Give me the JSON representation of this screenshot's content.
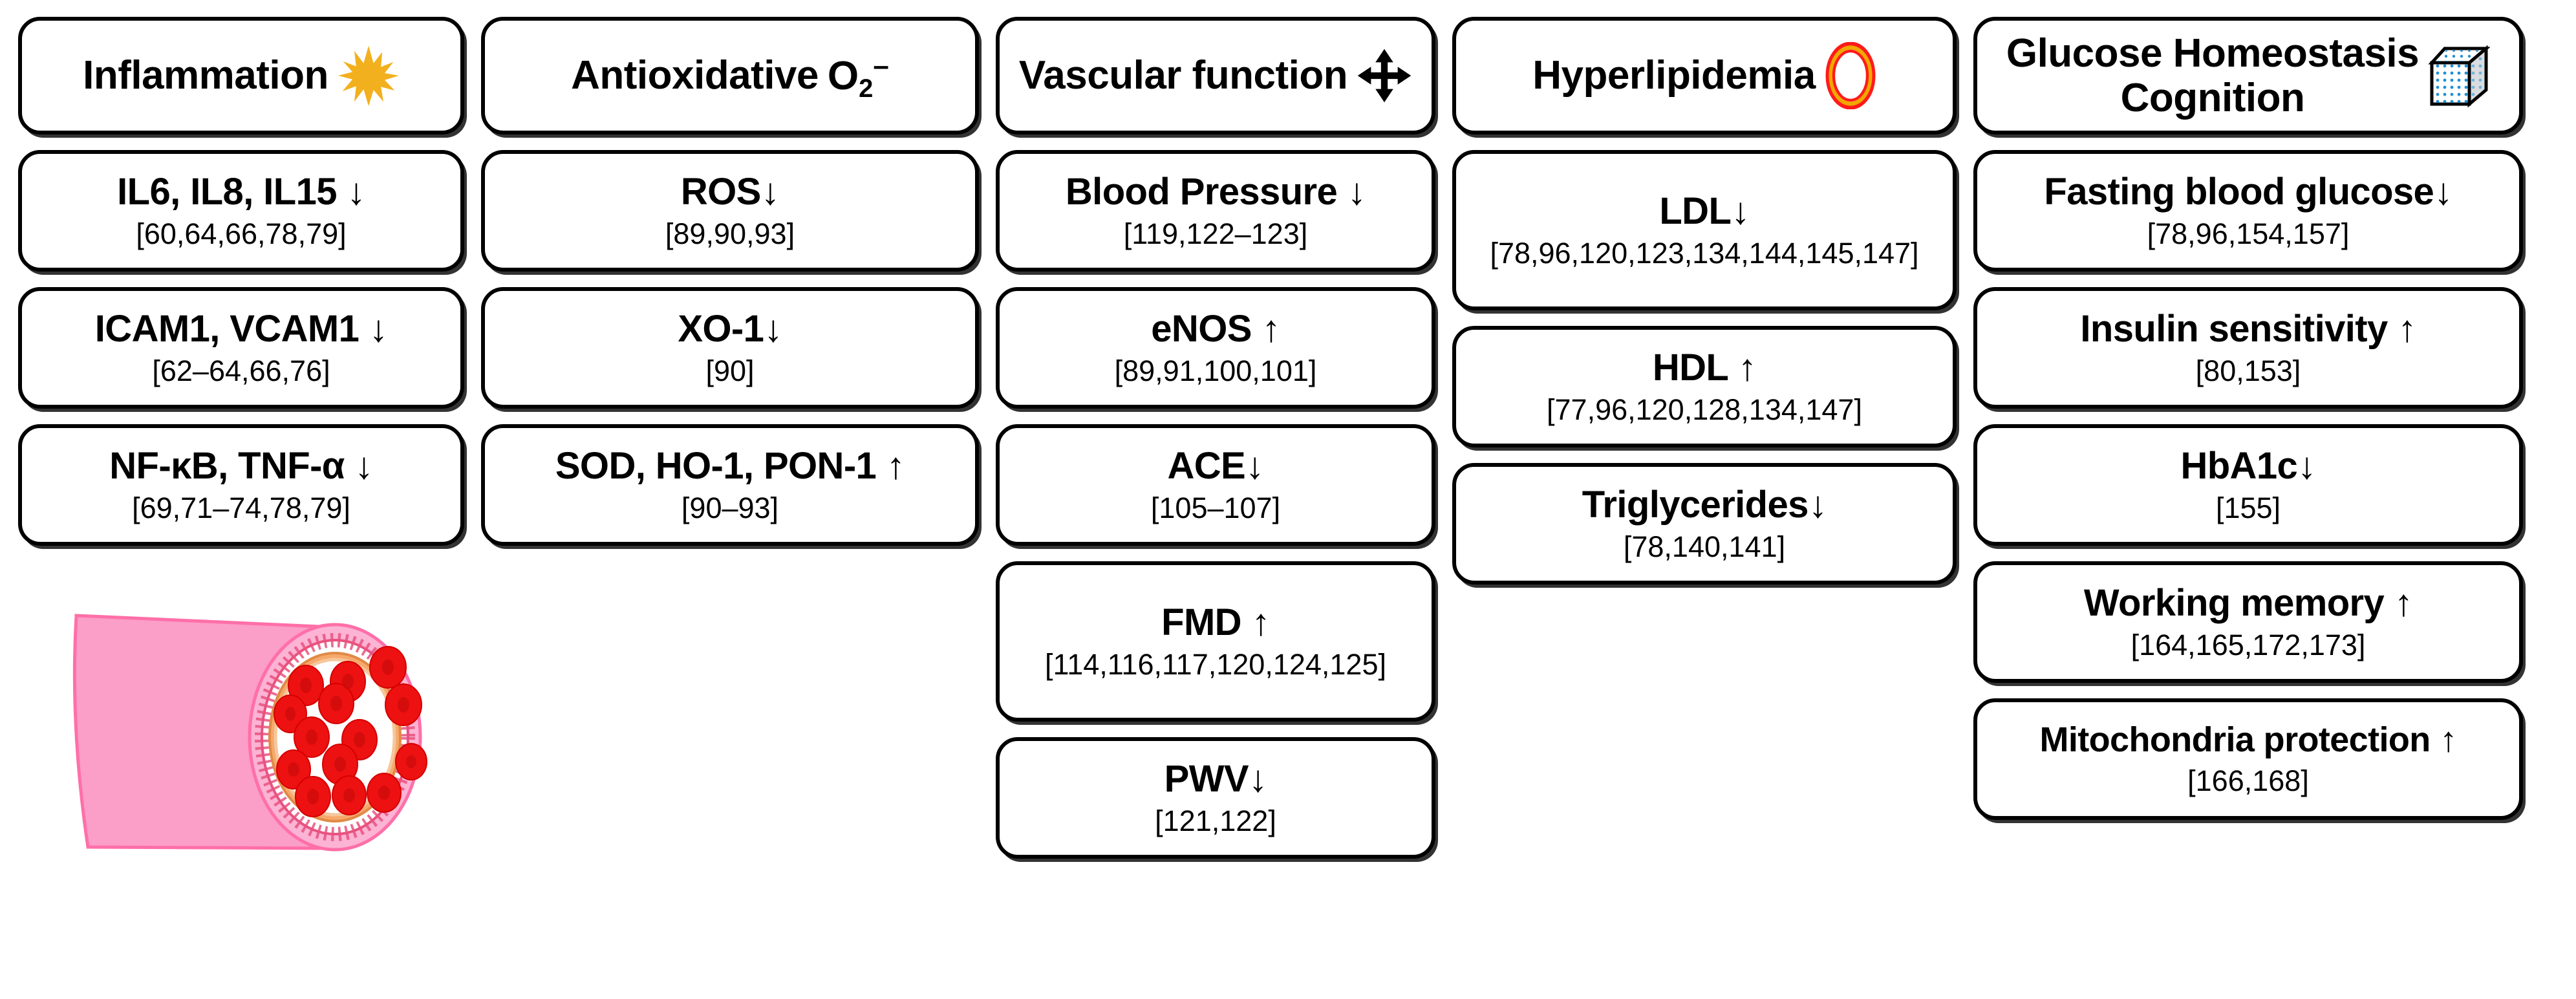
{
  "columns": [
    {
      "id": "inflammation",
      "header": {
        "label": "Inflammation",
        "icon": "starburst-icon"
      },
      "entries": [
        {
          "title": "IL6, IL8, IL15 ↓",
          "refs": "[60,64,66,78,79]"
        },
        {
          "title": "ICAM1, VCAM1 ↓",
          "refs": "[62–64,66,76]"
        },
        {
          "title": "NF-κB, TNF-α ↓",
          "refs": "[69,71–74,78,79]"
        }
      ],
      "illustration": "blood-vessel-cross-section"
    },
    {
      "id": "antioxidative",
      "header": {
        "label": "Antioxidative",
        "icon": "superoxide-formula",
        "formula_base": "O",
        "formula_sub": "2",
        "formula_sup": "–"
      },
      "entries": [
        {
          "title": "ROS↓",
          "refs": "[89,90,93]"
        },
        {
          "title": "XO-1↓",
          "refs": "[90]"
        },
        {
          "title": "SOD, HO-1, PON-1 ↑",
          "refs": "[90–93]"
        }
      ]
    },
    {
      "id": "vascular-function",
      "header": {
        "label": "Vascular function",
        "icon": "four-way-arrow-icon"
      },
      "entries": [
        {
          "title": "Blood Pressure ↓",
          "refs": "[119,122–123]"
        },
        {
          "title": "eNOS ↑",
          "refs": "[89,91,100,101]"
        },
        {
          "title": "ACE↓",
          "refs": "[105–107]"
        },
        {
          "title": "FMD ↑",
          "refs": "[114,116,117,120,124,125]"
        },
        {
          "title": "PWV↓",
          "refs": "[121,122]"
        }
      ]
    },
    {
      "id": "hyperlipidemia",
      "header": {
        "label": "Hyperlipidemia",
        "icon": "lipid-ring-icon"
      },
      "entries": [
        {
          "title": "LDL↓",
          "refs": "[78,96,120,123,134,144,145,147]"
        },
        {
          "title": "HDL ↑",
          "refs": "[77,96,120,128,134,147]"
        },
        {
          "title": "Triglycerides↓",
          "refs": "[78,140,141]"
        }
      ]
    },
    {
      "id": "glucose-homeostasis",
      "header": {
        "label_line1": "Glucose Homeostasis",
        "label_line2": "Cognition",
        "icon": "sugar-cube-icon"
      },
      "entries": [
        {
          "title": "Fasting blood glucose↓",
          "refs": "[78,96,154,157]"
        },
        {
          "title": "Insulin sensitivity ↑",
          "refs": "[80,153]"
        },
        {
          "title": "HbA1c↓",
          "refs": "[155]"
        },
        {
          "title": "Working memory ↑",
          "refs": "[164,165,172,173]"
        },
        {
          "title": "Mitochondria protection ↑",
          "refs": "[166,168]"
        }
      ]
    }
  ],
  "colors": {
    "border": "#000000",
    "background": "#ffffff",
    "burst": "#F2B01E",
    "lipid_ring_outer": "#FF1A1A",
    "lipid_ring_inner": "#F0A800",
    "vessel_wall": "#FB9EC8",
    "vessel_wall_light": "#FCB3D4",
    "vessel_inner": "#F6A96B",
    "rbc": "#EE1111",
    "sugar_dot": "#1E90D6"
  }
}
